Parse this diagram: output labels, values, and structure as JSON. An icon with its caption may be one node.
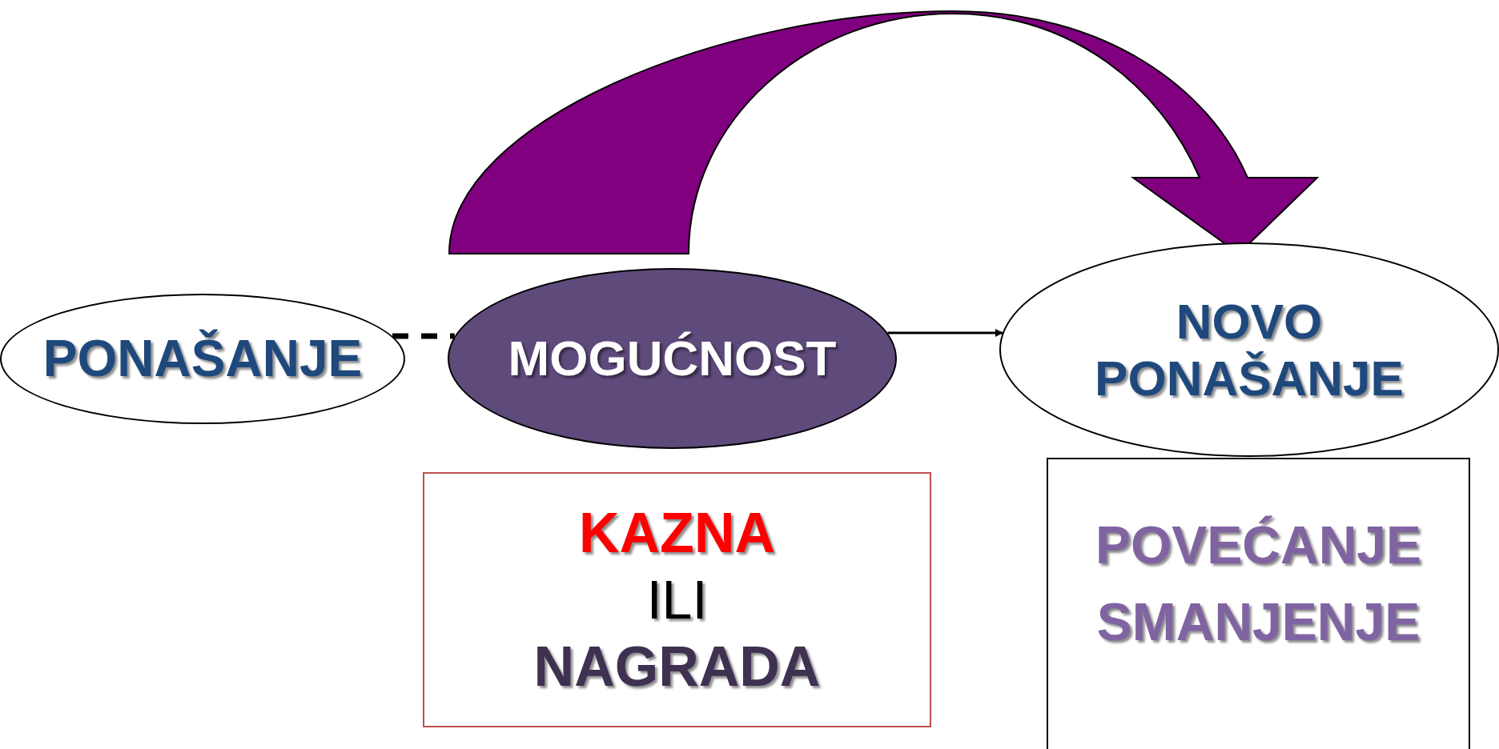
{
  "diagram": {
    "nodes": [
      {
        "text": [
          "PONAŠANJE"
        ]
      },
      {
        "text": [
          "MOGUĆNOST"
        ]
      },
      {
        "text": [
          "NOVO PONAŠANJE"
        ]
      },
      {
        "text": [
          "KAZNA",
          "ILI",
          "NAGRADA"
        ]
      },
      {
        "text": [
          "POVEĆANJE",
          "SMANJENJE"
        ]
      }
    ],
    "edges": [
      {
        "from": 0,
        "to": 1,
        "arrow": "none",
        "style": "dashed"
      },
      {
        "from": 1,
        "to": 2,
        "arrow": "to"
      },
      {
        "from": 1,
        "to": 2,
        "arrow": "to",
        "style": "thick",
        "color": "#800080"
      }
    ]
  }
}
